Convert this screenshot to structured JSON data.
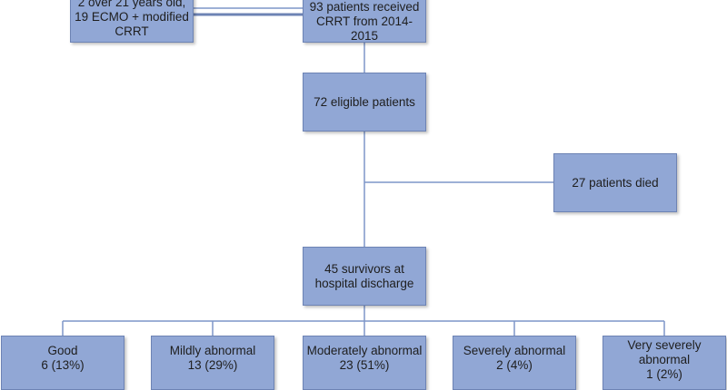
{
  "flow": {
    "exclusions": {
      "lines": [
        "2 over 21 years old,",
        "19 ECMO + modified",
        "CRRT"
      ]
    },
    "total": {
      "lines": [
        "93 patients received",
        "CRRT from 2014-2015"
      ]
    },
    "eligible": {
      "lines": [
        "72 eligible patients"
      ]
    },
    "died": {
      "lines": [
        "27 patients died"
      ]
    },
    "survivors": {
      "lines": [
        "45 survivors at",
        "hospital discharge"
      ]
    },
    "outcomes": [
      {
        "label": "Good",
        "value": "6 (13%)"
      },
      {
        "label": "Mildly abnormal",
        "value": "13 (29%)"
      },
      {
        "label": "Moderately abnormal",
        "value": "23 (51%)"
      },
      {
        "label": "Severely abnormal",
        "value": "2 (4%)"
      },
      {
        "label_lines": [
          "Very severely",
          "abnormal"
        ],
        "value": "1 (2%)"
      }
    ]
  },
  "colors": {
    "box_fill": "#91a7d5",
    "box_border": "#6d83b4",
    "connector": "#7d96c9",
    "text": "#1e1e1e"
  }
}
